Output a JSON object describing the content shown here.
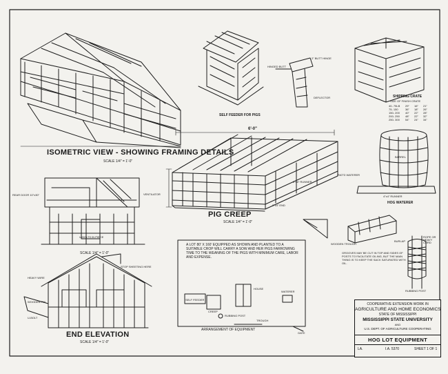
{
  "headings": {
    "isometric": "ISOMETRIC VIEW - SHOWING FRAMING DETAILS",
    "pig_creep": "PIG CREEP",
    "end_elevation": "END ELEVATION"
  },
  "scales": {
    "isometric": "SCALE 1/4\" = 1'-0\"",
    "pig_creep": "SCALE 1/4\" = 1'-0\"",
    "front": "SCALE 1/4\" = 1'-0\"",
    "end": "SCALE 1/4\" = 1'-0\""
  },
  "labels": {
    "self_feeder_for_pigs": "SELF FEEDER FOR PIGS",
    "hinged_butt": "HINGED BUTT",
    "butt_hinge": "2\" BUTT HINGE",
    "deflector": "DEFLECTOR",
    "shipping_crate": "SHIPPING CRATE",
    "shipping_crate_sub": "SIZE OF FINISH CRATE",
    "pig_creep_dim": "6'-0\"",
    "runner_2x6": "2\"x6\" RUNNER",
    "post_2x4": "2\"x4\" END",
    "hog_waterer": "HOG WATERER",
    "barrel": "BARREL",
    "runner_4x4": "4\"x4\" RUNNER",
    "ratd_waterer": "RAT'D WATERER",
    "rear_door": "REAR DOOR 10\"x30\"",
    "ventilator": "VENTILATOR",
    "u_bolts": "U-BOLTS IN PIECE",
    "heavy_wire": "HEAVY WIRE",
    "stop_sheeting": "STOP SHEETING HERE",
    "wooden_pin": "WOODEN PIN",
    "u_bolt": "U-BOLT",
    "wooden_trough": "WOODEN TROUGH",
    "burlap": "BURLAP",
    "rope_or_heavy_cord": "ROPE OR HEAVY CORD",
    "rubbing_post": "RUBBING POST",
    "grooves_note": "GROOVES MAY BE CUT IN TOP AND SIDES OF POSTS TO FACILITATE OILING, BUT THE MAIN THING IS TO KEEP THE SACK SATURATED WITH OIL.",
    "self_feeder": "SELF FEEDER",
    "creep": "CREEP",
    "rubbing_post_plan": "RUBBING POST",
    "house": "HOUSE",
    "waterer": "WATERER",
    "trough": "TROUGH",
    "gate": "GATE",
    "arrangement": "ARRANGEMENT OF EQUIPMENT",
    "lot_note": "A LOT 80' X 160' EQUIPPED AS SHOWN AND PLANTED TO A SUITABLE CROP WILL CARRY A SOW AND HER PIGS FARROWING TIME TO THE WEANING OF THE PIGS WITH MINIMUM CARE, LABOR AND EXPENSE."
  },
  "crate_table": [
    {
      "a": "40-  75LB",
      "b": "29\"",
      "c": "16\"",
      "d": "21\""
    },
    {
      "a": "75- 150",
      "b": "36\"",
      "c": "18\"",
      "d": "26\""
    },
    {
      "a": "150- 200",
      "b": "40\"",
      "c": "22\"",
      "d": "28\""
    },
    {
      "a": "200- 250",
      "b": "48\"",
      "c": "22\"",
      "d": "32\""
    },
    {
      "a": "250- 300",
      "b": "54\"",
      "c": "24\"",
      "d": "34\""
    }
  ],
  "title_block": {
    "line1": "COOPERATIVE EXTENSION WORK IN",
    "line2": "AGRICULTURE AND HOME ECONOMICS",
    "line3": "STATE OF MISSISSIPPI",
    "line4": "MISSISSIPPI STATE UNIVERSITY",
    "line5": "AND",
    "line6": "U.S. DEPT. OF AGRICULTURE COOPERATING",
    "drawing_title": "HOG LOT EQUIPMENT",
    "ref1": "LA.",
    "ref2": "I.A. 5370",
    "ref3": "SHEET 1 OF 1"
  }
}
